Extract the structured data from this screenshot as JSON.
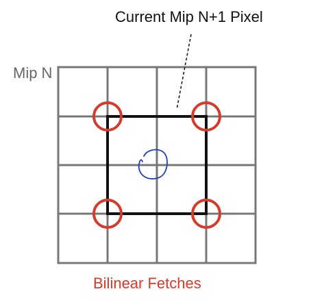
{
  "labels": {
    "current_pixel": "Current Mip N+1 Pixel",
    "mip_level": "Mip N",
    "fetches": "Bilinear Fetches"
  },
  "grid": {
    "rows": 4,
    "cols": 4
  },
  "colors": {
    "grid": "#777777",
    "pixel_box": "#111111",
    "fetch_circle": "#d63a2a",
    "center_mark": "#1f3fb5",
    "fetch_text": "#d63a2a"
  }
}
